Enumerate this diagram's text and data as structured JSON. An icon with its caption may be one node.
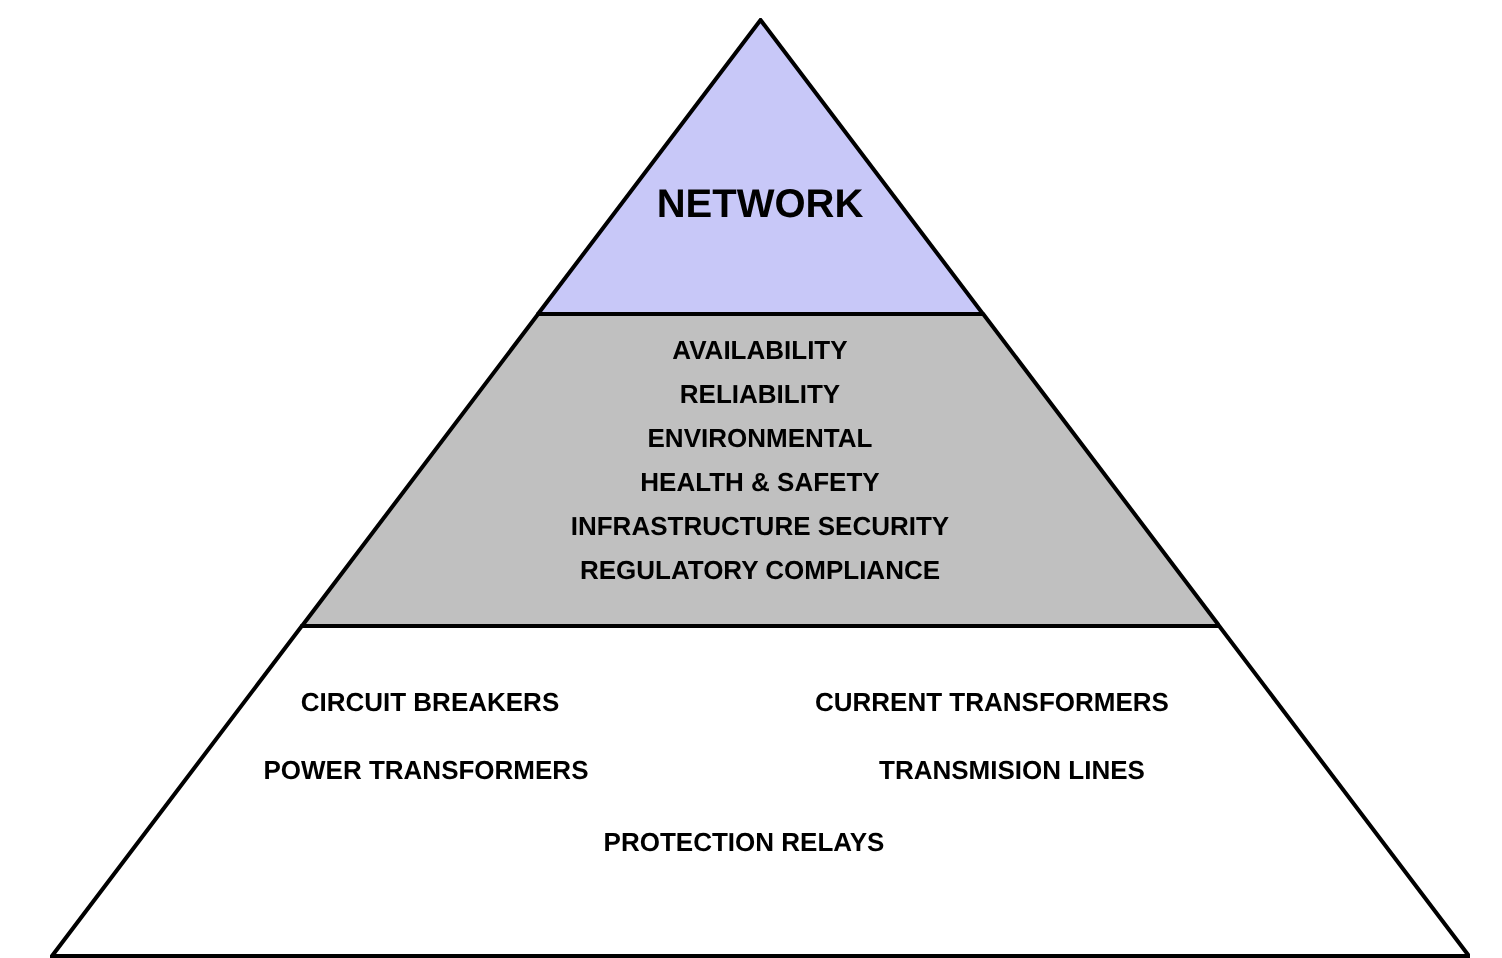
{
  "diagram": {
    "nodes": [
      {
        "text": [
          "NETWORK"
        ]
      },
      {
        "text": [
          "AVAILABILITY",
          "RELIABILITY",
          "ENVIRONMENTAL",
          "HEALTH & SAFETY",
          "INFRASTRUCTURE SECURITY",
          "REGULATORY COMPLIANCE"
        ]
      },
      {
        "text": [
          "CIRCUIT BREAKERS",
          "CURRENT TRANSFORMERS",
          "POWER TRANSFORMERS",
          "TRANSMISION LINES",
          "PROTECTION RELAYS"
        ]
      }
    ]
  }
}
